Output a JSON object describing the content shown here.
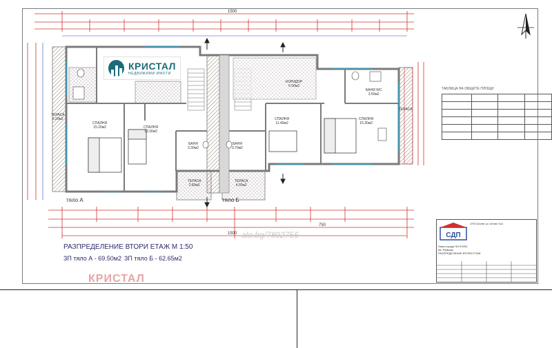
{
  "logo": {
    "name": "КРИСТАЛ",
    "subtitle": "НЕДВИЖИМИ ИМОТИ"
  },
  "watermark": {
    "brand": "КРИСТАЛ",
    "url": "alo.bg/7892756"
  },
  "plan": {
    "title": "РАЗПРЕДЕЛЕНИЕ ВТОРИ ЕТАЖ   М 1:50",
    "area_a": "ЗП тяло А -  69.50м2",
    "area_b": "ЗП тяло Б -  62.65м2",
    "label_a": "тяло А",
    "label_b": "тяло Б",
    "total_top": "1500",
    "total_bottom": "1500",
    "dim_bottom": "750"
  },
  "rooms": [
    {
      "name": "ТЕРАСА",
      "area": "5.20м2"
    },
    {
      "name": "СПАЛНЯ",
      "area": "15.20м2"
    },
    {
      "name": "СПАЛНЯ",
      "area": "13.30м2"
    },
    {
      "name": "БАНЯ",
      "area": "3.30м2"
    },
    {
      "name": "БАНЯ",
      "area": "3.70м2"
    },
    {
      "name": "СПАЛНЯ",
      "area": "11.40м2"
    },
    {
      "name": "СПАЛНЯ",
      "area": "15.30м2"
    },
    {
      "name": "БАНЯ WC",
      "area": "3.50м2"
    },
    {
      "name": "ТЕРАСА",
      "area": "2.80м2"
    },
    {
      "name": "ТЕРАСА",
      "area": "4.00м2"
    },
    {
      "name": "ТЕРАСА",
      "area": ""
    },
    {
      "name": "КОРИДОР",
      "area": "6.00м2"
    }
  ],
  "table": {
    "title": "ТАБЛИЦА НА ОБЩИТЕ ПЛОЩИ"
  },
  "stamp": {
    "firm": "СДП",
    "address": "4700 Смолян, ул. Антим I №4",
    "project": "Нова сграда ПИ 67653.",
    "location": "Кв. Райково",
    "sheet": "РАЗПРЕДЕЛЕНИЕ ВТОРИ ЕТАЖ"
  },
  "colors": {
    "wall": "#9c9c9c",
    "hatch": "#b0a090",
    "dim_red": "#d03030",
    "dim_blue": "#3040c0",
    "glass": "#30a0c8",
    "logo": "#1c6b78"
  }
}
